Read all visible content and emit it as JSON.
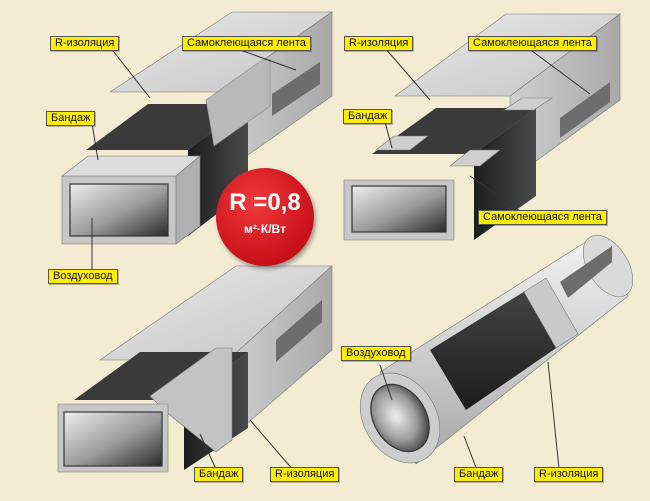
{
  "panels": {
    "top_left": {
      "label_insulation": "R-изоляция",
      "label_tape": "Самоклеющаяся лента",
      "label_bandage": "Бандаж",
      "label_duct": "Воздуховод"
    },
    "top_right": {
      "label_insulation": "R-изоляция",
      "label_tape_top": "Самоклеющаяся лента",
      "label_bandage": "Бандаж",
      "label_tape_side": "Самоклеющаяся лента"
    },
    "bottom_left": {
      "label_bandage": "Бандаж",
      "label_insulation": "R-изоляция"
    },
    "bottom_right": {
      "label_duct": "Воздуховод",
      "label_bandage": "Бандаж",
      "label_insulation": "R-изоляция"
    }
  },
  "badge": {
    "value": "R =0,8",
    "unit": "м²·К/Вт",
    "color": "#d01219"
  },
  "colors": {
    "background": "#f3ecd2",
    "insulation": "#cfcfcf",
    "duct": "#2a2a2a",
    "label_fill": "#ffee00"
  }
}
